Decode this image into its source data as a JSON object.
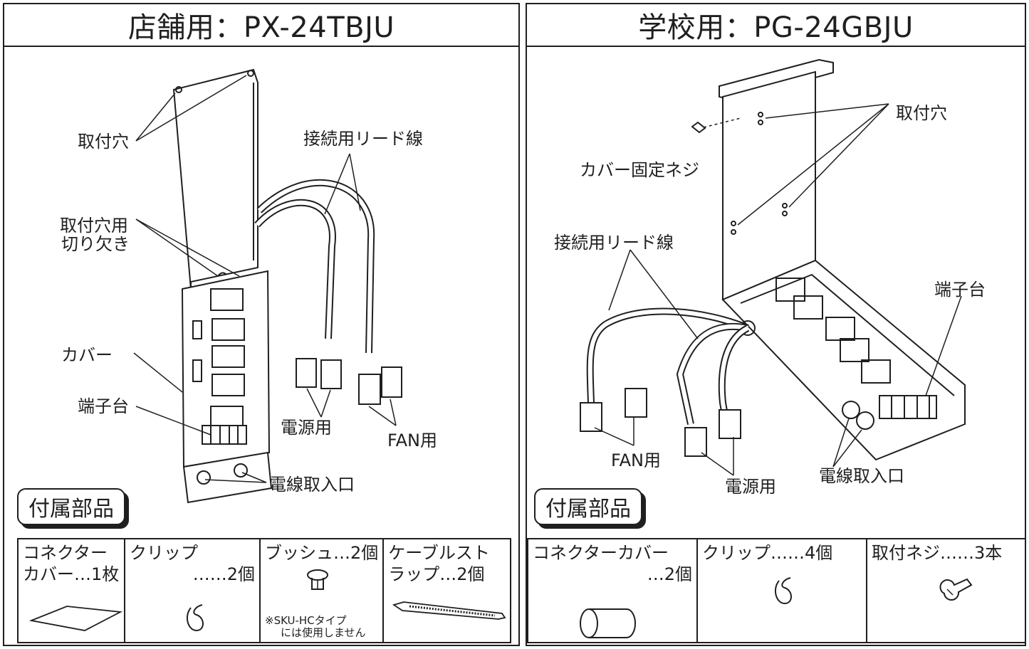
{
  "left": {
    "title": "店舗用：PX-24TBJU",
    "labels": {
      "mounting_holes": "取付穴",
      "lead_wire": "接続用リード線",
      "notch_line1": "取付穴用",
      "notch_line2": "切り欠き",
      "cover": "カバー",
      "terminal_block": "端子台",
      "power": "電源用",
      "fan": "FAN用",
      "wire_entry": "電線取入口"
    },
    "accessories_title": "付属部品",
    "accessories": [
      {
        "line1": "コネクター",
        "line2": "カバー…1枚"
      },
      {
        "line1": "クリップ",
        "line2": "……2個"
      },
      {
        "line1": "ブッシュ…2個",
        "note1": "※SKU-HCタイプ",
        "note2": "には使用しません"
      },
      {
        "line1": "ケーブルスト",
        "line2": "ラップ…2個"
      }
    ]
  },
  "right": {
    "title": "学校用：PG-24GBJU",
    "labels": {
      "mounting_holes": "取付穴",
      "cover_screw": "カバー固定ネジ",
      "lead_wire": "接続用リード線",
      "terminal_block": "端子台",
      "fan": "FAN用",
      "power": "電源用",
      "wire_entry": "電線取入口"
    },
    "accessories_title": "付属部品",
    "accessories": [
      {
        "line1": "コネクターカバー",
        "line2": "…2個"
      },
      {
        "line1": "クリップ……4個"
      },
      {
        "line1": "取付ネジ……3本"
      }
    ]
  }
}
